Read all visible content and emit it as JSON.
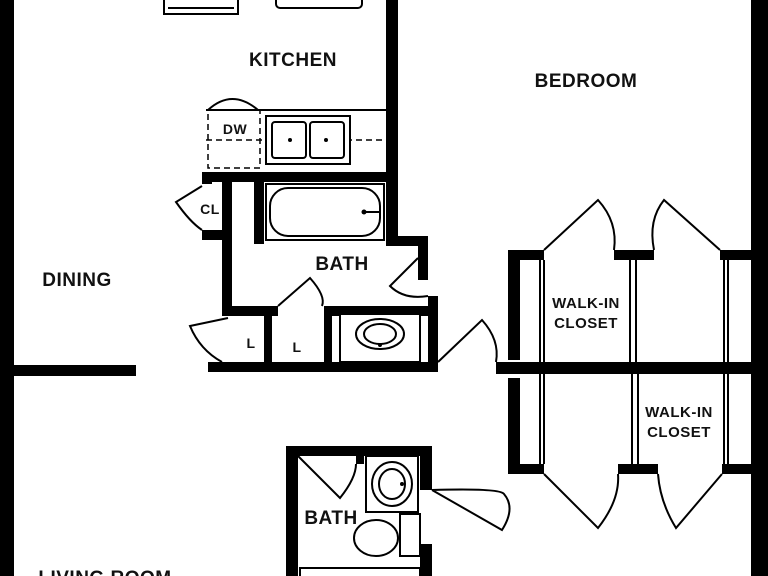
{
  "floorplan": {
    "rooms": {
      "kitchen": "KITCHEN",
      "bedroom": "BEDROOM",
      "dining": "DINING",
      "living_room": "LIVING ROOM",
      "bath_upper": "BATH",
      "bath_lower": "BATH",
      "walkin_closet_1_line1": "WALK-IN",
      "walkin_closet_1_line2": "CLOSET",
      "walkin_closet_2_line1": "WALK-IN",
      "walkin_closet_2_line2": "CLOSET"
    },
    "fixtures": {
      "dishwasher": "DW",
      "closet": "CL",
      "linen_1": "L",
      "linen_2": "L"
    }
  }
}
